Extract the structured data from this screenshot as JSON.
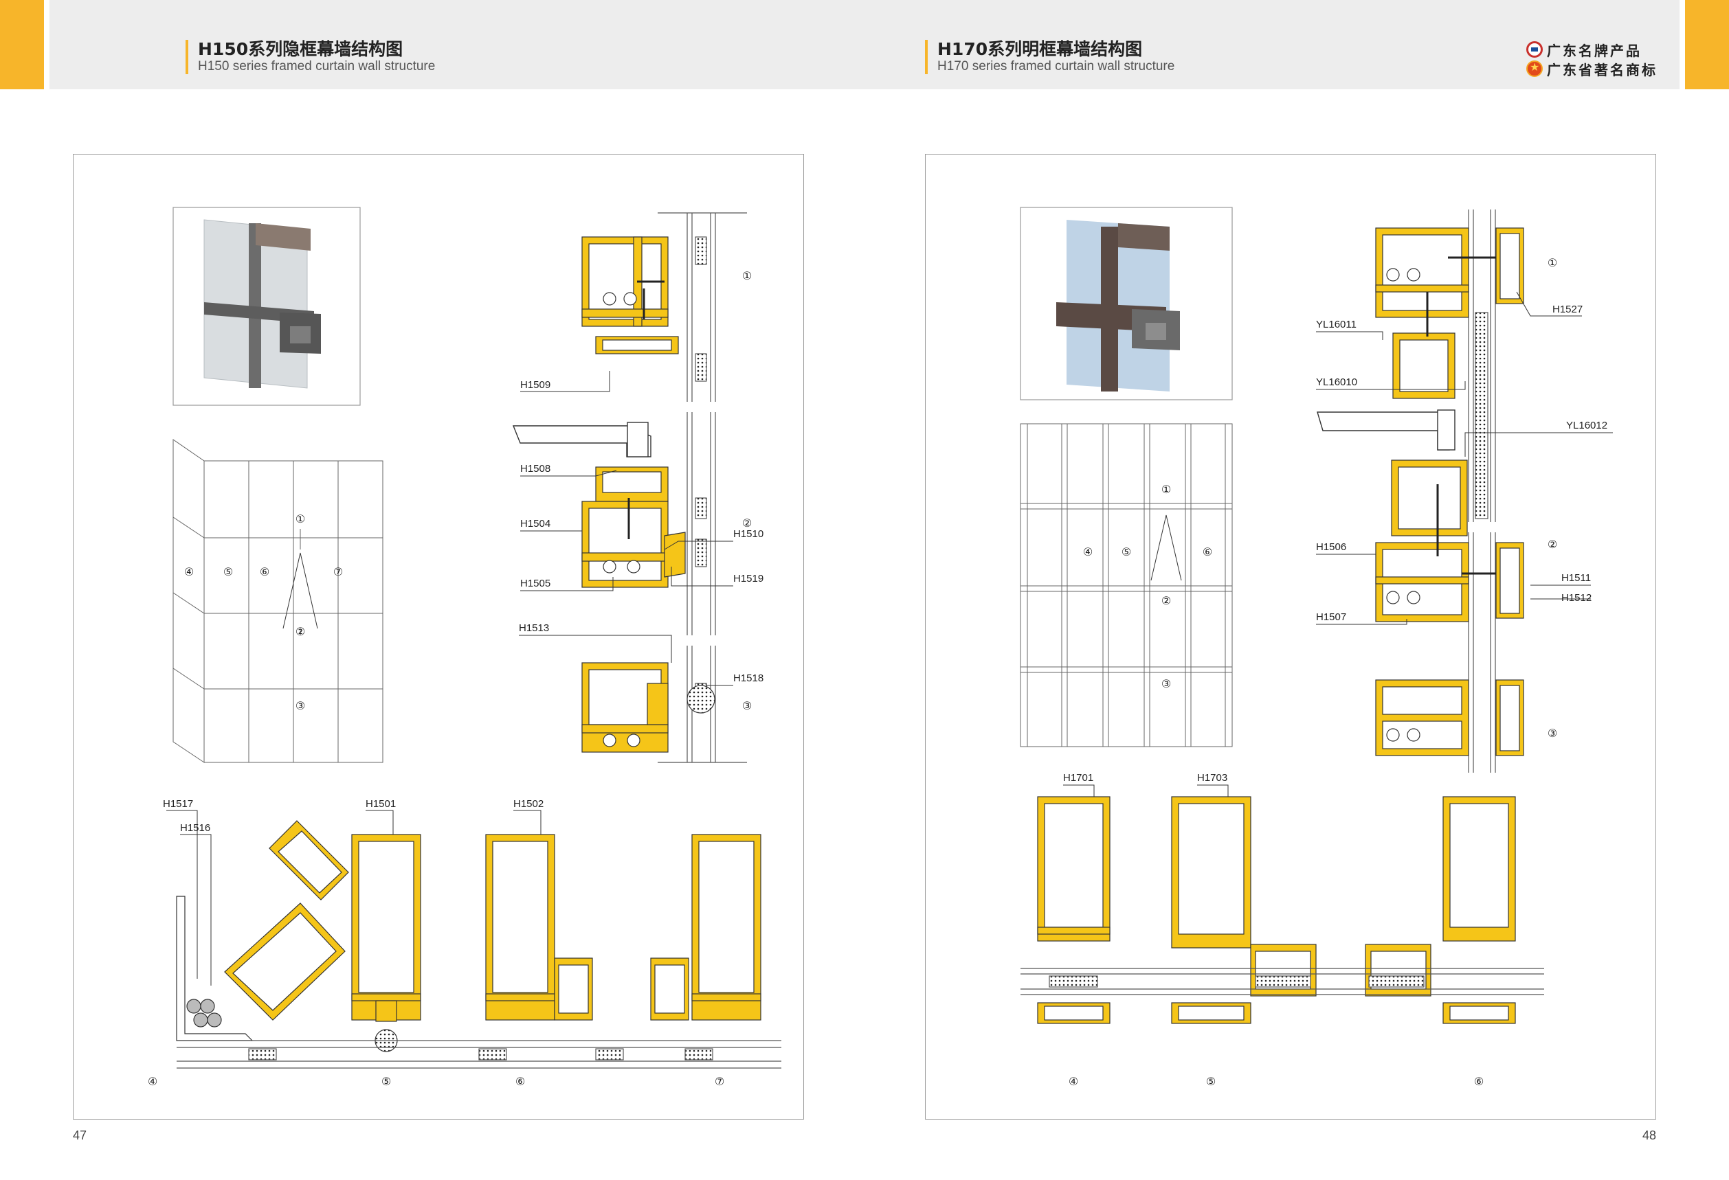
{
  "header": {
    "left_title_cn": "H150系列隐框幕墙结构图",
    "left_title_en": "H150 series framed curtain wall structure",
    "right_title_cn": "H170系列明框幕墙结构图",
    "right_title_en": "H170 series framed curtain wall structure",
    "badge_1": "广东名牌产品",
    "badge_2": "广东省著名商标"
  },
  "colors": {
    "accent": "#f7b52a",
    "profile": "#f5c518",
    "outline": "#333333"
  },
  "left_page": {
    "page_number": "47",
    "markers": [
      "①",
      "②",
      "③",
      "④",
      "⑤",
      "⑥",
      "⑦"
    ],
    "parts": {
      "h1509": "H1509",
      "h1508": "H1508",
      "h1504": "H1504",
      "h1510": "H1510",
      "h1505": "H1505",
      "h1519": "H1519",
      "h1513": "H1513",
      "h1518": "H1518",
      "h1517": "H1517",
      "h1516": "H1516",
      "h1501": "H1501",
      "h1502": "H1502"
    }
  },
  "right_page": {
    "page_number": "48",
    "markers": [
      "①",
      "②",
      "③",
      "④",
      "⑤",
      "⑥"
    ],
    "parts": {
      "h1527": "H1527",
      "yl16011": "YL16011",
      "yl16010": "YL16010",
      "yl16012": "YL16012",
      "h1506": "H1506",
      "h1511": "H1511",
      "h1512": "H1512",
      "h1507": "H1507",
      "h1701": "H1701",
      "h1703": "H1703"
    }
  }
}
